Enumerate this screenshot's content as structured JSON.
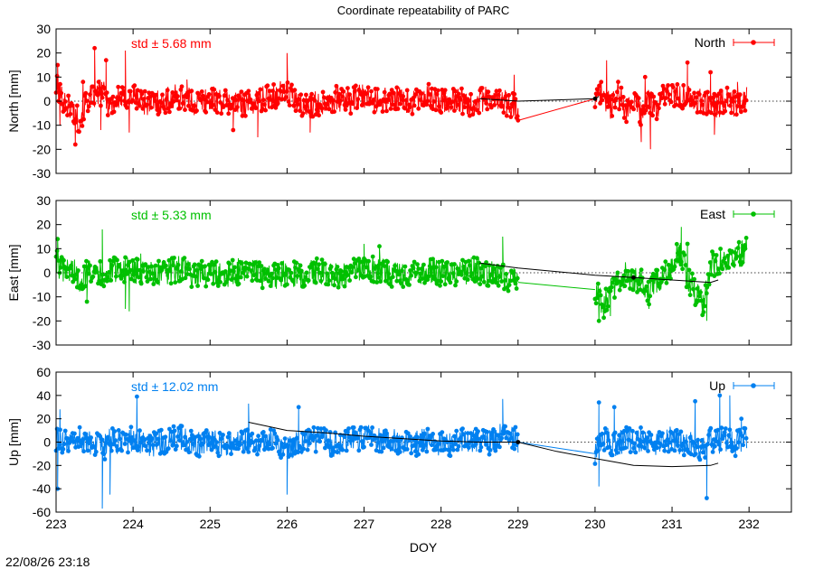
{
  "header": {
    "title": "Coordinate repeatability of PARC"
  },
  "footer": {
    "timestamp": "22/08/26 23:18"
  },
  "chart_data": {
    "type": "line",
    "title": "Coordinate repeatability of PARC",
    "xlabel": "DOY",
    "xlim": [
      223,
      232.55
    ],
    "xticks": [
      223,
      224,
      225,
      226,
      227,
      228,
      229,
      230,
      231,
      232
    ],
    "xtick_labels": [
      "223",
      "224",
      "225",
      "226",
      "227",
      "228",
      "229",
      "230",
      "231",
      "232"
    ],
    "grid": false,
    "legend_position": "top-right",
    "panels": [
      {
        "series_name": "North",
        "ylabel": "North [mm]",
        "color": "#ff0000",
        "std_label": "std ± 5.68 mm",
        "ylim": [
          -30,
          30
        ],
        "yticks": [
          -30,
          -20,
          -10,
          0,
          10,
          20,
          30
        ],
        "ytick_labels": [
          "-30",
          "-20",
          "-10",
          "0",
          "10",
          "20",
          "30"
        ],
        "trend_black": [
          [
            228.5,
            1
          ],
          [
            229.0,
            0
          ],
          [
            230.0,
            1
          ],
          [
            230.05,
            2
          ]
        ],
        "outline": [
          [
            223.0,
            6
          ],
          [
            223.1,
            0
          ],
          [
            223.2,
            -3
          ],
          [
            223.3,
            -8
          ],
          [
            223.4,
            0
          ],
          [
            223.5,
            2
          ],
          [
            223.6,
            4
          ],
          [
            223.7,
            -2
          ],
          [
            223.8,
            1
          ],
          [
            224.0,
            2
          ],
          [
            224.2,
            -1
          ],
          [
            224.4,
            0
          ],
          [
            224.6,
            2
          ],
          [
            224.8,
            -1
          ],
          [
            225.0,
            1
          ],
          [
            225.2,
            0
          ],
          [
            225.4,
            -1
          ],
          [
            225.6,
            0
          ],
          [
            225.8,
            2
          ],
          [
            226.0,
            4
          ],
          [
            226.1,
            0
          ],
          [
            226.2,
            -3
          ],
          [
            226.4,
            -1
          ],
          [
            226.6,
            1
          ],
          [
            226.8,
            0
          ],
          [
            227.0,
            2
          ],
          [
            227.2,
            0
          ],
          [
            227.4,
            1
          ],
          [
            227.6,
            -1
          ],
          [
            227.8,
            2
          ],
          [
            228.0,
            0
          ],
          [
            228.2,
            1
          ],
          [
            228.4,
            -1
          ],
          [
            228.6,
            1
          ],
          [
            228.8,
            0
          ],
          [
            228.98,
            -2
          ],
          [
            229.0,
            -8
          ],
          [
            230.0,
            1
          ],
          [
            230.1,
            3
          ],
          [
            230.2,
            -2
          ],
          [
            230.3,
            3
          ],
          [
            230.4,
            -4
          ],
          [
            230.5,
            0
          ],
          [
            230.6,
            -5
          ],
          [
            230.7,
            1
          ],
          [
            230.8,
            -3
          ],
          [
            230.9,
            2
          ],
          [
            231.0,
            4
          ],
          [
            231.1,
            1
          ],
          [
            231.2,
            3
          ],
          [
            231.3,
            1
          ],
          [
            231.4,
            -1
          ],
          [
            231.5,
            0
          ],
          [
            231.6,
            -2
          ],
          [
            231.7,
            1
          ],
          [
            231.8,
            -1
          ],
          [
            231.95,
            1
          ]
        ],
        "spikes": [
          [
            223.02,
            15
          ],
          [
            223.05,
            -10
          ],
          [
            223.25,
            -18
          ],
          [
            223.35,
            8
          ],
          [
            223.5,
            22
          ],
          [
            223.58,
            -12
          ],
          [
            223.65,
            17
          ],
          [
            223.9,
            21
          ],
          [
            223.95,
            -13
          ],
          [
            224.7,
            9
          ],
          [
            225.3,
            -12
          ],
          [
            225.62,
            -15
          ],
          [
            226.0,
            20
          ],
          [
            226.3,
            -13
          ],
          [
            228.95,
            11
          ],
          [
            229.0,
            -8
          ],
          [
            230.15,
            17
          ],
          [
            230.65,
            10
          ],
          [
            230.72,
            -20
          ],
          [
            230.6,
            -17
          ],
          [
            231.2,
            16
          ],
          [
            231.5,
            12
          ],
          [
            231.55,
            -14
          ],
          [
            231.85,
            8
          ]
        ]
      },
      {
        "series_name": "East",
        "ylabel": "East [mm]",
        "color": "#00c000",
        "std_label": "std ± 5.33 mm",
        "ylim": [
          -30,
          30
        ],
        "yticks": [
          -30,
          -20,
          -10,
          0,
          10,
          20,
          30
        ],
        "ytick_labels": [
          "-30",
          "-20",
          "-10",
          "0",
          "10",
          "20",
          "30"
        ],
        "trend_black": [
          [
            228.5,
            4
          ],
          [
            229.0,
            2
          ],
          [
            230.0,
            -1
          ],
          [
            230.5,
            -2
          ],
          [
            231.0,
            -3
          ],
          [
            231.5,
            -4
          ],
          [
            231.6,
            -3
          ]
        ],
        "outline": [
          [
            223.0,
            5
          ],
          [
            223.1,
            0
          ],
          [
            223.2,
            2
          ],
          [
            223.3,
            -3
          ],
          [
            223.4,
            0
          ],
          [
            223.5,
            3
          ],
          [
            223.6,
            -2
          ],
          [
            223.7,
            0
          ],
          [
            223.8,
            2
          ],
          [
            224.0,
            1
          ],
          [
            224.2,
            -1
          ],
          [
            224.4,
            0
          ],
          [
            224.6,
            2
          ],
          [
            224.8,
            -1
          ],
          [
            225.0,
            0
          ],
          [
            225.2,
            -1
          ],
          [
            225.4,
            1
          ],
          [
            225.6,
            0
          ],
          [
            225.8,
            -2
          ],
          [
            226.0,
            0
          ],
          [
            226.2,
            -1
          ],
          [
            226.4,
            1
          ],
          [
            226.6,
            -1
          ],
          [
            226.8,
            0
          ],
          [
            227.0,
            2
          ],
          [
            227.2,
            1
          ],
          [
            227.4,
            -1
          ],
          [
            227.6,
            0
          ],
          [
            227.8,
            1
          ],
          [
            228.0,
            0
          ],
          [
            228.2,
            -1
          ],
          [
            228.4,
            1
          ],
          [
            228.6,
            0
          ],
          [
            228.8,
            -2
          ],
          [
            228.98,
            -3
          ],
          [
            229.0,
            -4
          ],
          [
            230.0,
            -7
          ],
          [
            230.1,
            -14
          ],
          [
            230.2,
            -8
          ],
          [
            230.3,
            -3
          ],
          [
            230.4,
            0
          ],
          [
            230.5,
            -4
          ],
          [
            230.6,
            -2
          ],
          [
            230.7,
            -8
          ],
          [
            230.8,
            -3
          ],
          [
            230.9,
            -1
          ],
          [
            231.0,
            4
          ],
          [
            231.1,
            10
          ],
          [
            231.2,
            -2
          ],
          [
            231.3,
            -8
          ],
          [
            231.4,
            -13
          ],
          [
            231.5,
            3
          ],
          [
            231.6,
            5
          ],
          [
            231.7,
            4
          ],
          [
            231.8,
            6
          ],
          [
            231.95,
            9
          ]
        ],
        "spikes": [
          [
            223.02,
            14
          ],
          [
            223.6,
            18
          ],
          [
            223.95,
            -16
          ],
          [
            223.9,
            -15
          ],
          [
            223.4,
            -12
          ],
          [
            224.1,
            8
          ],
          [
            227.0,
            12
          ],
          [
            227.2,
            11
          ],
          [
            228.8,
            15
          ],
          [
            230.05,
            -20
          ],
          [
            230.2,
            -18
          ],
          [
            230.7,
            -15
          ],
          [
            231.12,
            19
          ],
          [
            231.2,
            12
          ],
          [
            231.45,
            -20
          ],
          [
            231.9,
            12
          ],
          [
            231.95,
            10
          ]
        ]
      },
      {
        "series_name": "Up",
        "ylabel": "Up [mm]",
        "color": "#0080f0",
        "std_label": "std ± 12.02 mm",
        "ylim": [
          -60,
          60
        ],
        "yticks": [
          -60,
          -40,
          -20,
          0,
          20,
          40,
          60
        ],
        "ytick_labels": [
          "-60",
          "-40",
          "-20",
          "0",
          "20",
          "40",
          "60"
        ],
        "trend_black": [
          [
            225.5,
            17
          ],
          [
            226.0,
            10
          ],
          [
            226.5,
            8
          ],
          [
            227.0,
            5
          ],
          [
            227.5,
            3
          ],
          [
            228.0,
            1
          ],
          [
            228.5,
            0
          ],
          [
            229.0,
            0
          ],
          [
            229.5,
            -8
          ],
          [
            230.0,
            -14
          ],
          [
            230.5,
            -20
          ],
          [
            231.0,
            -21
          ],
          [
            231.5,
            -20
          ],
          [
            231.6,
            -18
          ]
        ],
        "outline": [
          [
            223.0,
            3
          ],
          [
            223.1,
            0
          ],
          [
            223.2,
            -4
          ],
          [
            223.3,
            4
          ],
          [
            223.4,
            -2
          ],
          [
            223.5,
            0
          ],
          [
            223.6,
            -8
          ],
          [
            223.7,
            2
          ],
          [
            223.8,
            -1
          ],
          [
            224.0,
            3
          ],
          [
            224.2,
            -2
          ],
          [
            224.4,
            0
          ],
          [
            224.6,
            4
          ],
          [
            224.8,
            -2
          ],
          [
            225.0,
            0
          ],
          [
            225.2,
            -3
          ],
          [
            225.4,
            2
          ],
          [
            225.6,
            -1
          ],
          [
            225.8,
            1
          ],
          [
            226.0,
            -5
          ],
          [
            226.2,
            0
          ],
          [
            226.4,
            3
          ],
          [
            226.6,
            -2
          ],
          [
            226.8,
            1
          ],
          [
            227.0,
            5
          ],
          [
            227.2,
            2
          ],
          [
            227.4,
            0
          ],
          [
            227.6,
            -2
          ],
          [
            227.8,
            1
          ],
          [
            228.0,
            -2
          ],
          [
            228.2,
            0
          ],
          [
            228.4,
            2
          ],
          [
            228.6,
            -1
          ],
          [
            228.8,
            6
          ],
          [
            228.98,
            2
          ],
          [
            229.0,
            0
          ],
          [
            230.0,
            -10
          ],
          [
            230.1,
            5
          ],
          [
            230.2,
            0
          ],
          [
            230.3,
            -2
          ],
          [
            230.4,
            3
          ],
          [
            230.5,
            -1
          ],
          [
            230.6,
            2
          ],
          [
            230.7,
            0
          ],
          [
            230.8,
            -3
          ],
          [
            230.9,
            1
          ],
          [
            231.0,
            4
          ],
          [
            231.1,
            -2
          ],
          [
            231.2,
            0
          ],
          [
            231.3,
            -4
          ],
          [
            231.4,
            -8
          ],
          [
            231.5,
            2
          ],
          [
            231.6,
            0
          ],
          [
            231.7,
            3
          ],
          [
            231.8,
            -2
          ],
          [
            231.95,
            2
          ]
        ],
        "spikes": [
          [
            223.02,
            -40
          ],
          [
            223.05,
            28
          ],
          [
            223.6,
            -57
          ],
          [
            223.7,
            -45
          ],
          [
            224.05,
            39
          ],
          [
            225.5,
            33
          ],
          [
            226.0,
            -45
          ],
          [
            226.15,
            30
          ],
          [
            228.8,
            37
          ],
          [
            230.05,
            34
          ],
          [
            230.05,
            -38
          ],
          [
            230.25,
            30
          ],
          [
            231.3,
            35
          ],
          [
            231.45,
            -48
          ],
          [
            231.62,
            40
          ],
          [
            231.75,
            40
          ],
          [
            231.9,
            20
          ]
        ]
      }
    ]
  }
}
